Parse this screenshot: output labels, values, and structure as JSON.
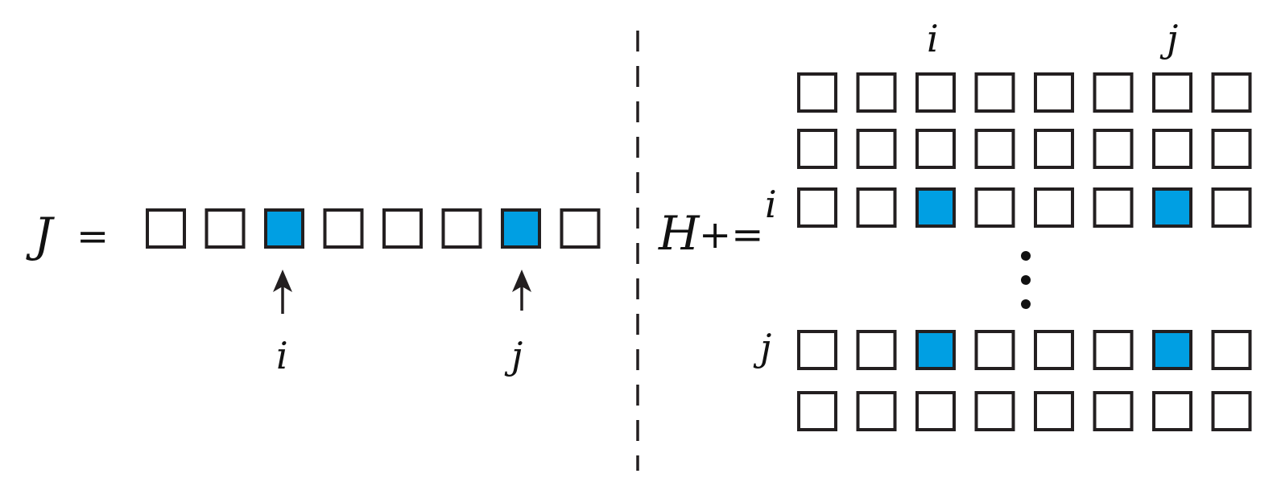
{
  "colors": {
    "highlight": "#009FE3",
    "cell_fill": "#FFFFFF",
    "stroke": "#231F20",
    "text": "#111111"
  },
  "left": {
    "label_var": "J",
    "label_eq": "=",
    "cells": [
      0,
      0,
      1,
      0,
      0,
      0,
      1,
      0
    ],
    "arrow_i_label": "i",
    "arrow_j_label": "j"
  },
  "right": {
    "label_var": "H",
    "label_op": "+=",
    "col_label_i": "i",
    "col_label_j": "j",
    "row_label_i": "i",
    "row_label_j": "j",
    "highlighted_columns": [
      2,
      6
    ],
    "highlighted_rows": [
      2,
      3
    ],
    "row_count_top": 3,
    "row_count_bottom": 2,
    "ellipsis": "vertical-dots"
  },
  "divider": {
    "style": "dashed"
  }
}
